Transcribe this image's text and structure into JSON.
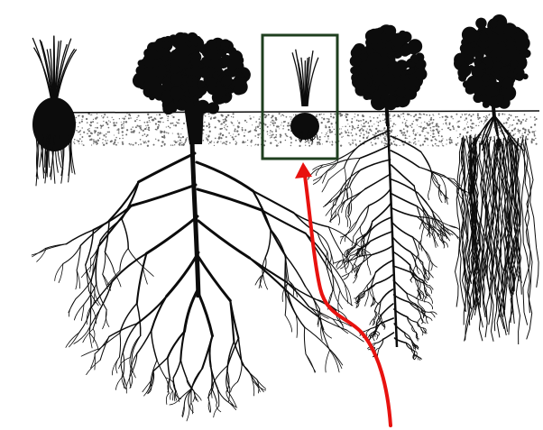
{
  "colors": {
    "background": "#ffffff",
    "ink": "#0c0c0c",
    "soil_speckle": "#6d6d6d",
    "highlight_box": "#1f3f1f",
    "arrow": "#e8120f"
  },
  "plants": [
    {
      "id": "plant-1",
      "shoot": "grass-tuft",
      "root_system": "short-fibrous"
    },
    {
      "id": "plant-2",
      "shoot": "bushy",
      "root_system": "wide-spreading-lateral"
    },
    {
      "id": "plant-3",
      "shoot": "grass-tuft",
      "root_system": "shallow-fibrous",
      "highlighted": true
    },
    {
      "id": "plant-4",
      "shoot": "bushy",
      "root_system": "taproot-with-laterals"
    },
    {
      "id": "plant-5",
      "shoot": "bushy",
      "root_system": "deep-dense-fibrous"
    }
  ],
  "annotations": [
    {
      "type": "highlight-box",
      "target": "plant-3"
    },
    {
      "type": "arrow",
      "target": "plant-3"
    }
  ]
}
